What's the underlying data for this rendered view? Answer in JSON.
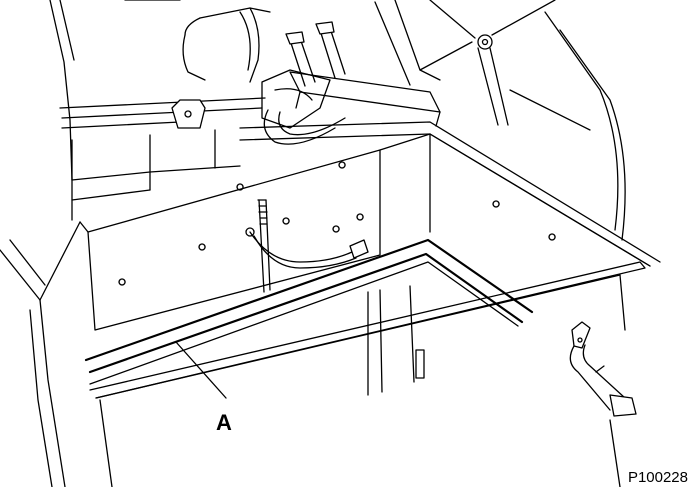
{
  "callouts": [
    {
      "id": "A",
      "label": "A"
    }
  ],
  "figure_code": "P100228",
  "colors": {
    "line": "#000000",
    "background": "#ffffff"
  }
}
